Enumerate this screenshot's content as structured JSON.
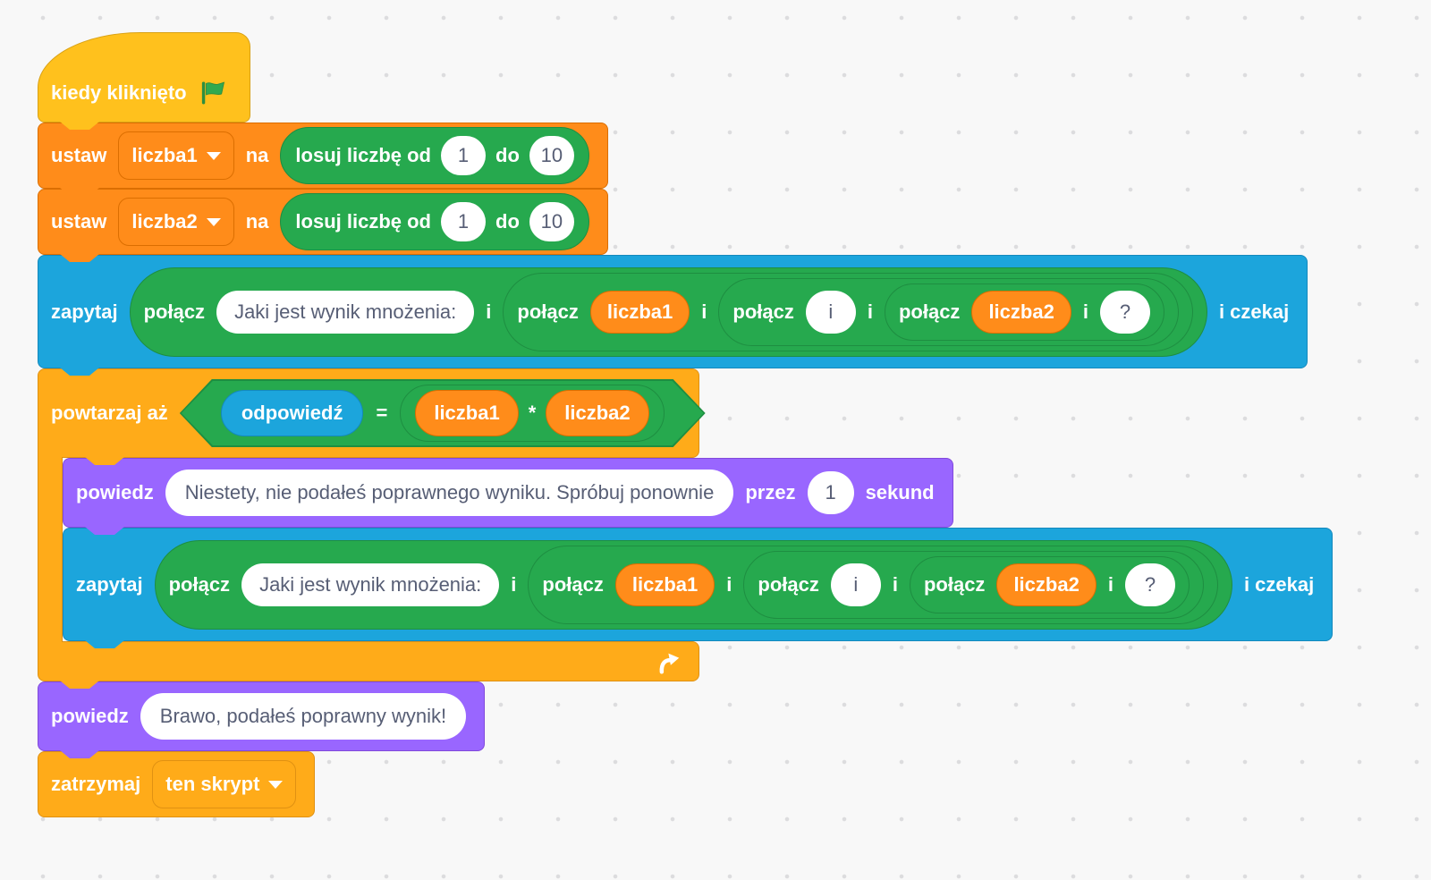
{
  "palette": {
    "background": "#F8F8F8",
    "grid_dot": "#DCDCDE",
    "events_yellow": "#FFC11D",
    "events_border": "#D9A115",
    "variables_orange": "#FF8C1A",
    "variables_border": "#DB6E00",
    "control_orange": "#FFAB19",
    "control_border": "#E09112",
    "sensing_blue": "#1CA5DC",
    "sensing_border": "#1489BD",
    "operators_green": "#26A94E",
    "operators_border": "#1E8E41",
    "looks_purple": "#9966FF",
    "looks_border": "#8149DB",
    "input_text": "#575E75"
  },
  "blocks": {
    "hat": {
      "label": "kiedy kliknięto",
      "icon": "green-flag"
    },
    "set_liczba1": {
      "verb": "ustaw",
      "variable": "liczba1",
      "preposition": "na",
      "random": {
        "label": "losuj liczbę od",
        "from": "1",
        "to_label": "do",
        "to": "10"
      }
    },
    "set_liczba2": {
      "verb": "ustaw",
      "variable": "liczba2",
      "preposition": "na",
      "random": {
        "label": "losuj liczbę od",
        "from": "1",
        "to_label": "do",
        "to": "10"
      }
    },
    "ask": {
      "verb": "zapytaj",
      "suffix": "i czekaj",
      "join": "połącz",
      "and": "i",
      "question": "Jaki jest wynik mnożenia:",
      "var1": "liczba1",
      "middle": "i",
      "var2": "liczba2",
      "tail": "?"
    },
    "repeat_until": {
      "label": "powtarzaj aż",
      "condition": {
        "left": "odpowiedź",
        "operator": "=",
        "factor1": "liczba1",
        "times": "*",
        "factor2": "liczba2"
      }
    },
    "say_retry": {
      "verb": "powiedz",
      "message": "Niestety, nie podałeś poprawnego wyniku. Spróbuj ponownie",
      "for_label": "przez",
      "seconds": "1",
      "seconds_label": "sekund"
    },
    "say_success": {
      "verb": "powiedz",
      "message": "Brawo, podałeś poprawny wynik!"
    },
    "stop": {
      "verb": "zatrzymaj",
      "option": "ten skrypt"
    }
  }
}
